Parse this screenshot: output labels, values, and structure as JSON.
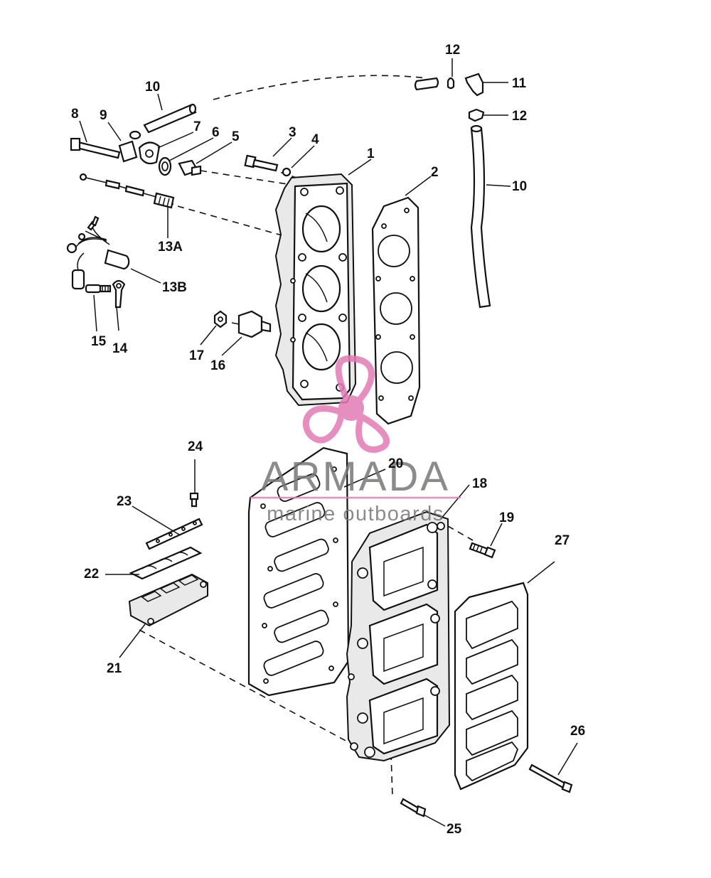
{
  "callouts": {
    "c1": "1",
    "c2": "2",
    "c3": "3",
    "c4": "4",
    "c5": "5",
    "c6": "6",
    "c7": "7",
    "c8": "8",
    "c9": "9",
    "c10a": "10",
    "c10b": "10",
    "c11": "11",
    "c12a": "12",
    "c12b": "12",
    "c13a": "13A",
    "c13b": "13B",
    "c14": "14",
    "c15": "15",
    "c16": "16",
    "c17": "17",
    "c18": "18",
    "c19": "19",
    "c20": "20",
    "c21": "21",
    "c22": "22",
    "c23": "23",
    "c24": "24",
    "c25": "25",
    "c26": "26",
    "c27": "27"
  },
  "watermark": {
    "brand": "ARMADA",
    "tagline": "marine outboards",
    "color_pink": "#e27bb4",
    "color_gray": "#777777"
  }
}
